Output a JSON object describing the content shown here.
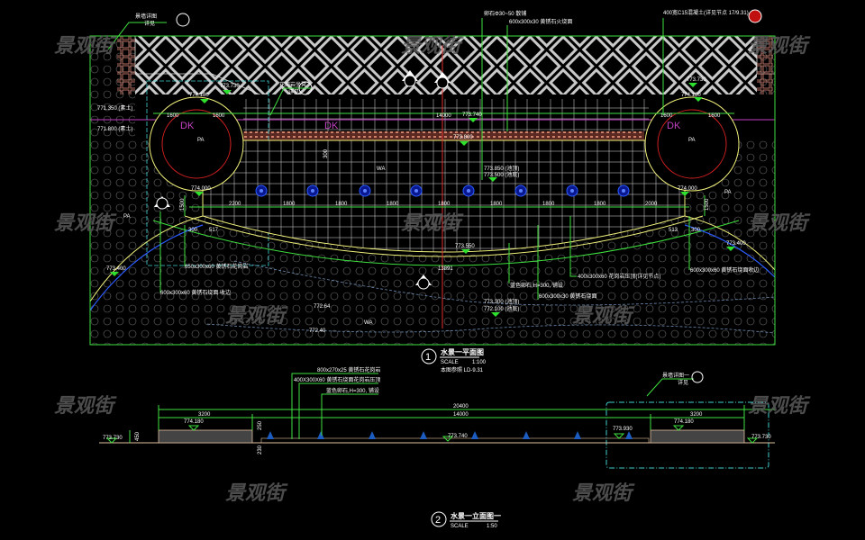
{
  "watermark": "景观街",
  "colors": {
    "background": "#000000",
    "dimension": "#3ee03e",
    "paving": "#bfbfbf",
    "brick": "#e08a7a",
    "circle_outer": "#f0f07a",
    "circle_inner": "#d02020",
    "fountain": "#1c3cff",
    "property_line": "#c040c0",
    "cyan": "#40d0d0"
  },
  "plan": {
    "title_number": "1",
    "title": "水景一平面图",
    "scale_label": "SCALE",
    "scale": "1:100",
    "reference": "本图参照 LD-9.31",
    "top_notes": [
      "卵石Φ30~50 散铺",
      "600x300x30 黄锈石火烧面",
      "400宽C15混凝土(详见节点 17/9.31)",
      "景墙详图",
      "详见",
      "花岗岩坐凳",
      "详见"
    ],
    "elevations": [
      "771.350 (素土)",
      "771.800 (素土)",
      "773.730",
      "774.180",
      "773.730",
      "774.180",
      "773.740",
      "773.800",
      "773.850 (池顶)",
      "773.500 (池底)",
      "774.000",
      "774.000",
      "773.550",
      "773.400",
      "773.400",
      "773.300 (池顶)",
      "772.100 (池底)"
    ],
    "dimensions": [
      "1600",
      "1600",
      "14000",
      "1600",
      "1600",
      "2200",
      "1800",
      "1800",
      "1800",
      "1800",
      "1800",
      "1800",
      "1800",
      "2000",
      "1500",
      "1500",
      "300",
      "517",
      "513",
      "300",
      "13891",
      "300"
    ],
    "area_labels": [
      "PA",
      "PA",
      "PA",
      "PA",
      "WA",
      "WA",
      "DK",
      "DK",
      "DK"
    ],
    "contours": [
      "772.64",
      "772.40"
    ],
    "leader_notes": [
      "650x300x60 黄锈石花岗岩",
      "600x300x60 黄锈石烧面 收边",
      "蓝色卵石,H=300, 铺设",
      "400x300x60 花岗岩压顶(详见节点)",
      "600x300x30 黄锈石烧面",
      "600x300x60 黄锈石烧面收边"
    ]
  },
  "elevation": {
    "title_number": "2",
    "title": "水景一立面图一",
    "scale_label": "SCALE",
    "scale": "1:50",
    "leader_notes": [
      "800x270x25 黄锈石花岗岩",
      "400X300X60 黄锈石烧面花岗岩压顶",
      "蓝色卵石,H=300, 铺设",
      "景墙详图一",
      "详见"
    ],
    "dimensions": [
      "3200",
      "20400",
      "14000",
      "3200",
      "450",
      "230",
      "250"
    ],
    "elevations": [
      "773.730",
      "774.180",
      "773.740",
      "773.930",
      "774.180",
      "773.730"
    ]
  }
}
